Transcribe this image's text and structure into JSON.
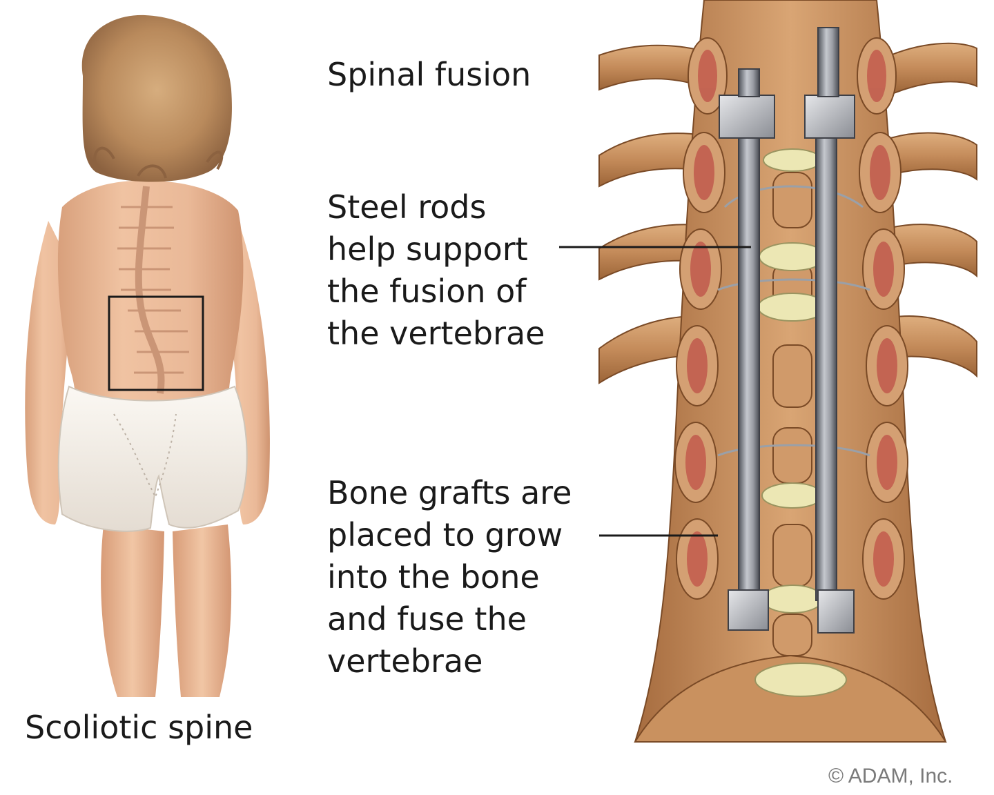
{
  "labels": {
    "left_title": "Scoliotic spine",
    "right_title": "Spinal fusion",
    "rods_callout": [
      "Steel rods",
      "help support",
      "the fusion of",
      "the vertebrae"
    ],
    "grafts_callout": [
      "Bone grafts are",
      "placed to grow",
      "into the bone",
      "and fuse the",
      "vertebrae"
    ],
    "copyright": "© ADAM, Inc."
  },
  "colors": {
    "skin": "#eab998",
    "hair": "#b98a5c",
    "underwear": "#f2ede6",
    "bone": "#c9915f",
    "bone_dark": "#8a5a34",
    "marrow": "#c0564a",
    "rod": "#8c8f96",
    "disc": "#ece7b4"
  }
}
